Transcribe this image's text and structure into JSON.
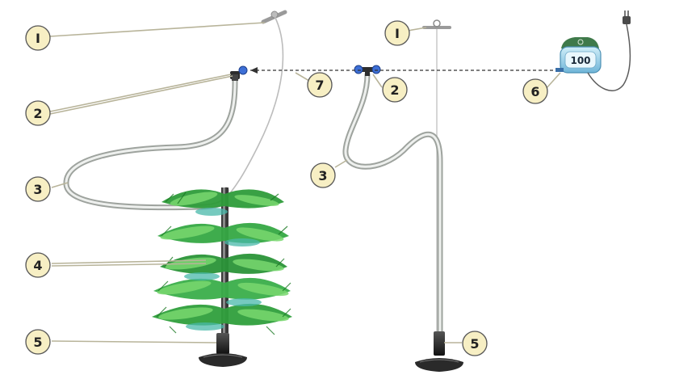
{
  "callouts": {
    "c1a": "I",
    "c2a": "2",
    "c3a": "3",
    "c4": "4",
    "c5a": "5",
    "c1b": "I",
    "c2b": "2",
    "c3b": "3",
    "c5b": "5",
    "c6": "6",
    "c7": "7"
  },
  "pump": {
    "label": "100"
  },
  "colors": {
    "callout_fill": "#f7efc4",
    "callout_stroke": "#555555",
    "leader": "#b8b49a",
    "tube": "#c9cdc8",
    "cord": "#6f6f6f",
    "foliage_dark": "#1d8a2a",
    "foliage_light": "#6ed36a",
    "foliage_teal": "#45b6a8",
    "weight": "#2b2b2b",
    "connector_blue": "#3d6fd6",
    "pump_body": "#a9d6ea",
    "pump_top": "#3f7a4a"
  }
}
